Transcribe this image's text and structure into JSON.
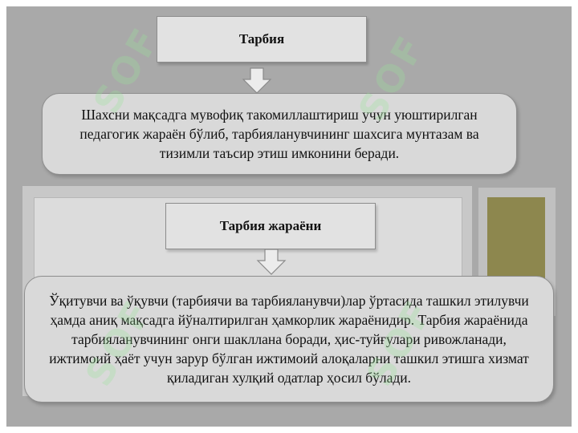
{
  "diagram": {
    "box1_title": "Тарбия",
    "box1_text": "Шахсни мақсадга мувофиқ такомиллаштириш учун уюштирилган педагогик жараён бўлиб, тарбияланувчининг шахсига мунтазам ва тизимли таъсир этиш имконини беради.",
    "box2_title": "Тарбия жараёни",
    "box2_text": "Ўқитувчи ва ўқувчи (тарбиячи ва тарбияланувчи)лар ўртасида ташкил этилувчи ҳамда аниқ мақсадга йўналтирилган ҳамкорлик жараёнидир. Тарбия жараёнида тарбияланувчининг онги шакллана боради, ҳис-туйғулари ривожланади, ижтимоий ҳаёт учун зарур бўлган ижтимоий алоқаларни ташкил этишга хизмат қиладиган хулқий одатлар ҳосил бўлади."
  },
  "colors": {
    "slide_background": "#a9a9a9",
    "box_fill": "#d9d9d9",
    "accent_swatch": "#8d874e"
  },
  "watermark": "SOF"
}
